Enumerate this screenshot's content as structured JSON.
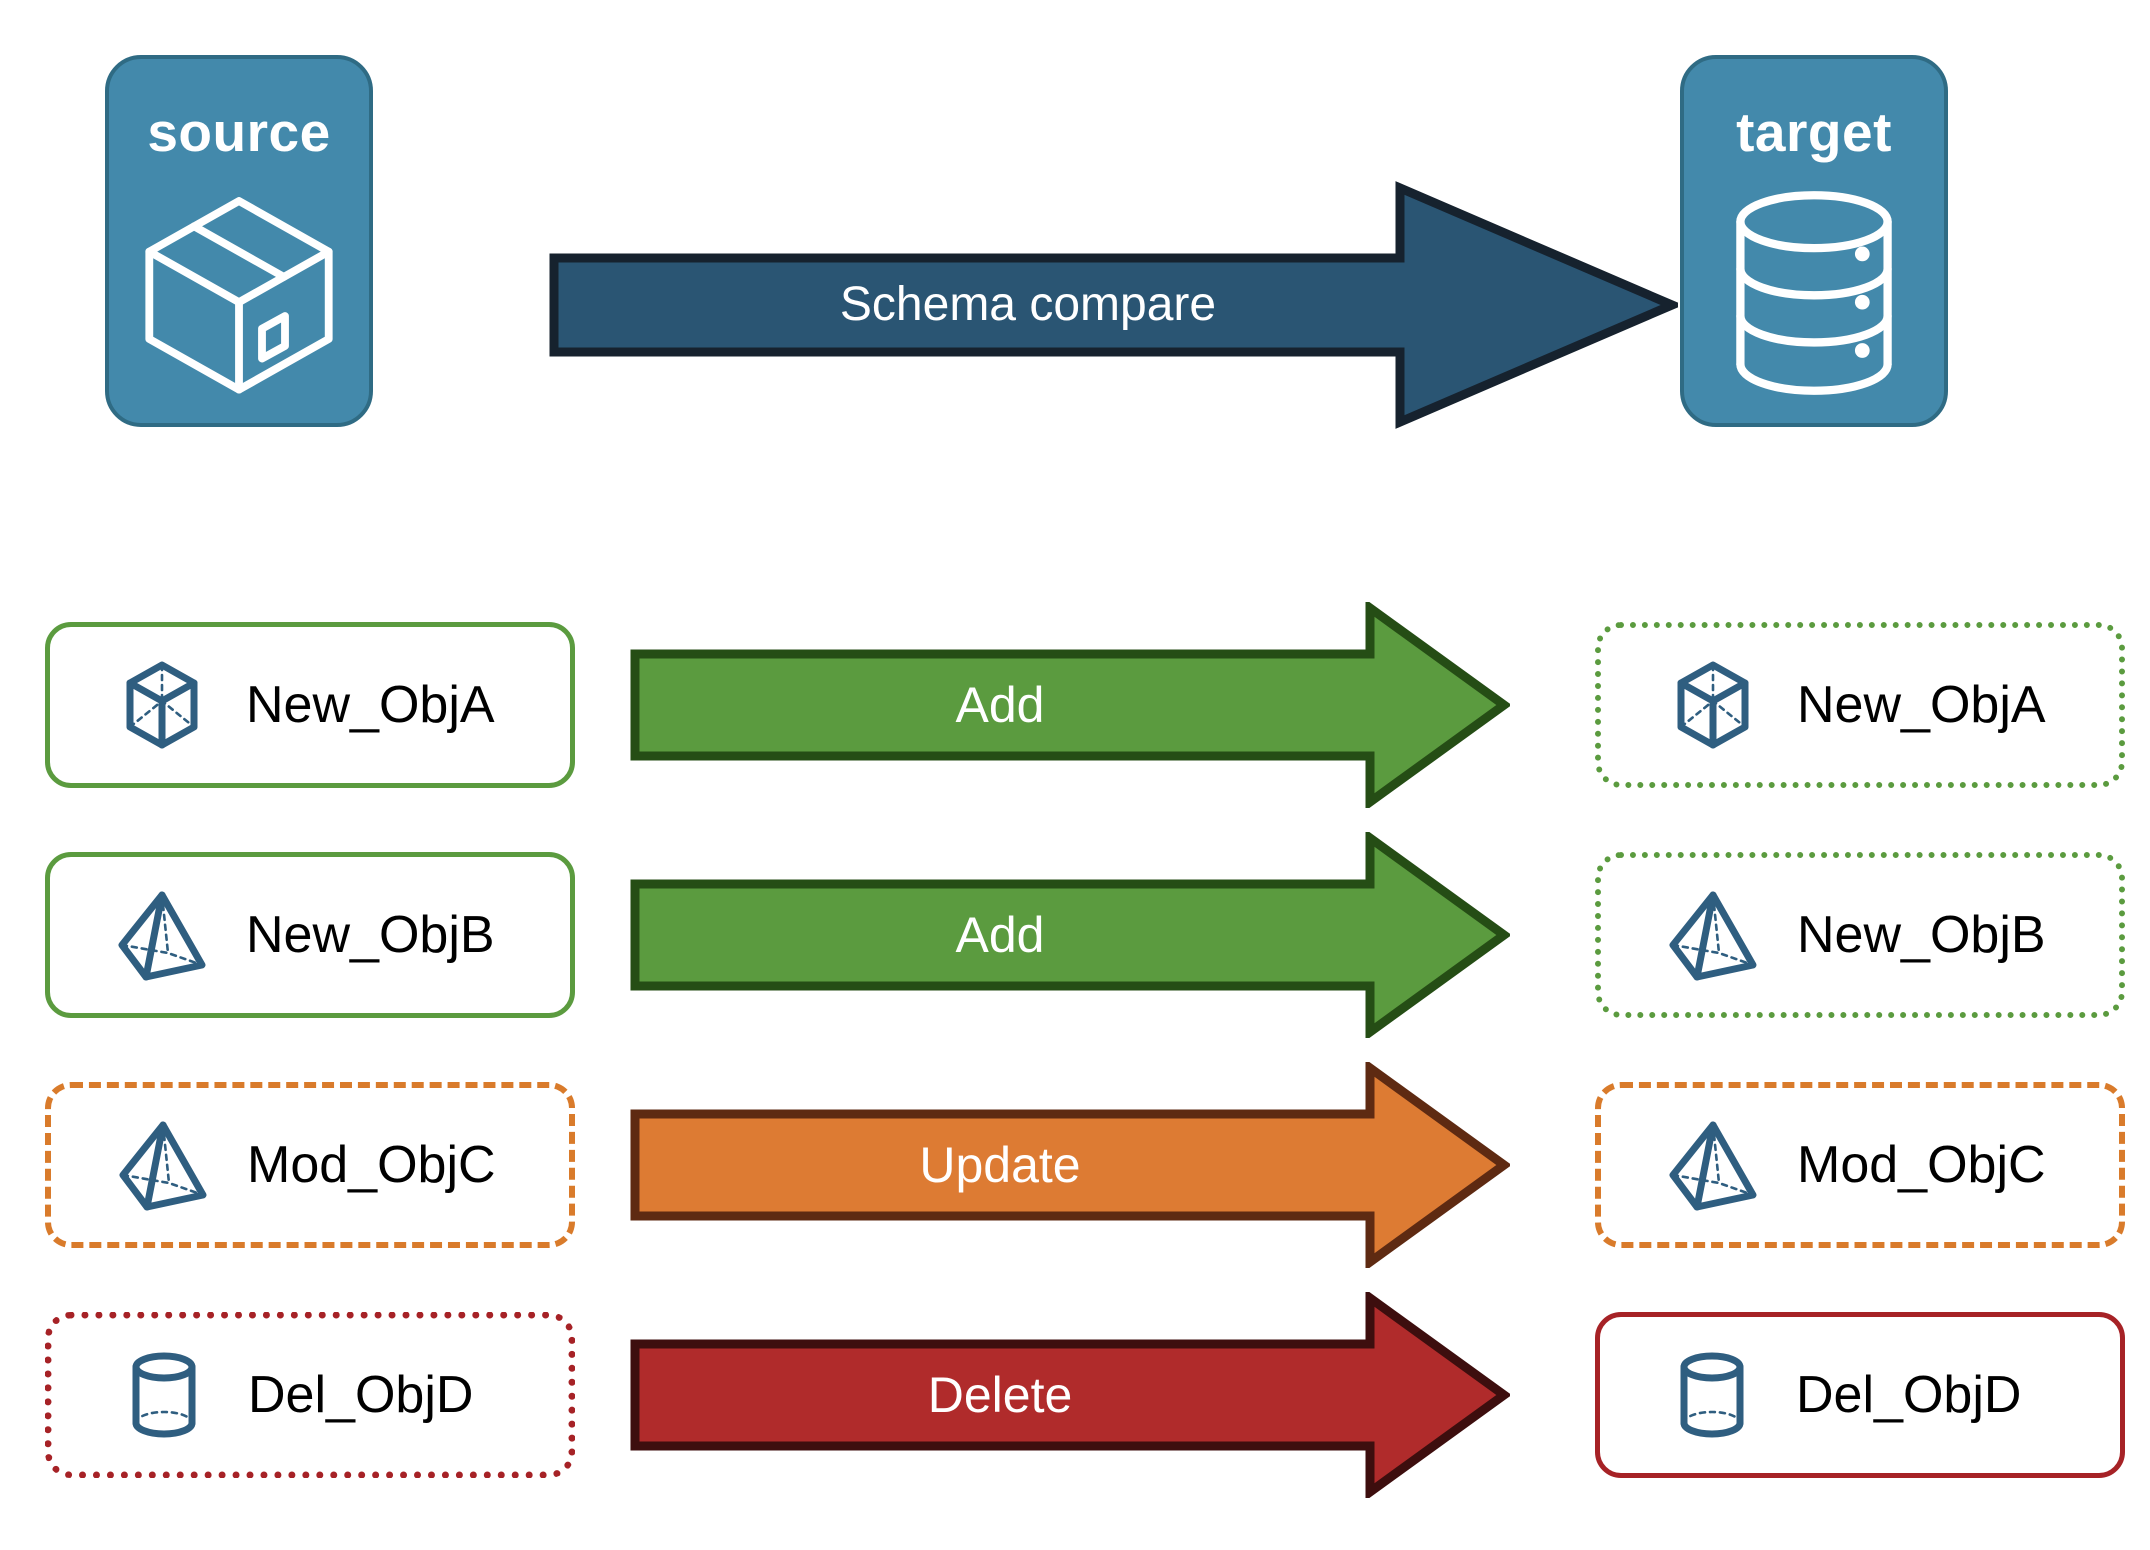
{
  "diagram": {
    "title": "Schema compare source to target",
    "background": "#FFFFFF"
  },
  "endpoints": {
    "source": {
      "label": "source",
      "icon": "package-box-icon",
      "fill": "#4389AB",
      "stroke": "#2F6B84"
    },
    "target": {
      "label": "target",
      "icon": "database-cylinder-icon",
      "fill": "#4389AB",
      "stroke": "#2F6B84"
    }
  },
  "schema_arrow": {
    "label": "Schema compare",
    "fill": "#2A5573",
    "stroke": "#16222E",
    "direction": "right"
  },
  "rows": [
    {
      "action": "Add",
      "arrow_fill": "#5B9B3F",
      "arrow_stroke": "#254D15",
      "source": {
        "label": "New_ObjA",
        "icon": "wireframe-cube-icon",
        "border_style": "solid",
        "border_color": "#5B9B3F"
      },
      "target": {
        "label": "New_ObjA",
        "icon": "wireframe-cube-icon",
        "border_style": "dotted",
        "border_color": "#5B9B3F"
      }
    },
    {
      "action": "Add",
      "arrow_fill": "#5B9B3F",
      "arrow_stroke": "#254D15",
      "source": {
        "label": "New_ObjB",
        "icon": "wireframe-pyramid-icon",
        "border_style": "solid",
        "border_color": "#5B9B3F"
      },
      "target": {
        "label": "New_ObjB",
        "icon": "wireframe-pyramid-icon",
        "border_style": "dotted",
        "border_color": "#5B9B3F"
      }
    },
    {
      "action": "Update",
      "arrow_fill": "#DD7B33",
      "arrow_stroke": "#5E2A12",
      "source": {
        "label": "Mod_ObjC",
        "icon": "wireframe-pyramid-icon",
        "border_style": "dashed",
        "border_color": "#D97B2B"
      },
      "target": {
        "label": "Mod_ObjC",
        "icon": "wireframe-pyramid-icon",
        "border_style": "dashed",
        "border_color": "#D97B2B"
      }
    },
    {
      "action": "Delete",
      "arrow_fill": "#B02B2B",
      "arrow_stroke": "#3D0E0E",
      "source": {
        "label": "Del_ObjD",
        "icon": "wireframe-cylinder-icon",
        "border_style": "dotted",
        "border_color": "#A62226"
      },
      "target": {
        "label": "Del_ObjD",
        "icon": "wireframe-cylinder-icon",
        "border_style": "solid",
        "border_color": "#A62226"
      }
    }
  ],
  "colors": {
    "object_icon_stroke": "#2F5E80",
    "text": "#000000",
    "arrow_text": "#FFFFFF"
  }
}
